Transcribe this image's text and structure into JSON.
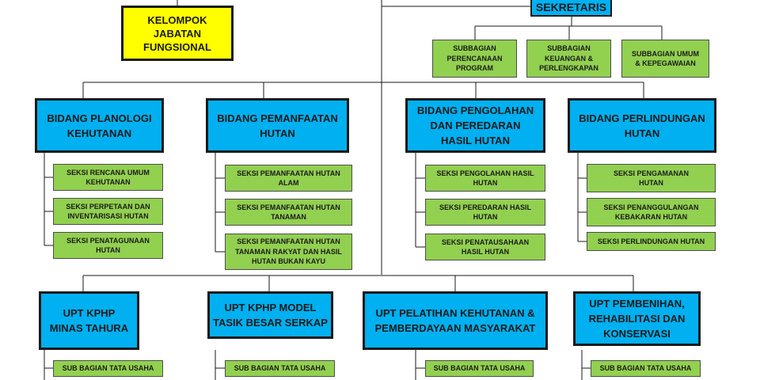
{
  "header": {
    "kelompok_jabatan_fungsional": "KELOMPOK\nJABATAN\nFUNGSIONAL",
    "sekretaris": "SEKRETARIS"
  },
  "sekretariat": [
    "SUBBAGIAN\nPERENCANAAN\nPROGRAM",
    "SUBBAGIAN\nKEUANGAN &\nPERLENGKAPAN",
    "SUBBAGIAN UMUM\n& KEPEGAWAIAN"
  ],
  "bidang": [
    {
      "title": "BIDANG PLANOLOGI\nKEHUTANAN",
      "seksi": [
        "SEKSI RENCANA UMUM\nKEHUTANAN",
        "SEKSI PERPETAAN DAN\nINVENTARISASI HUTAN",
        "SEKSI PENATAGUNAAN\nHUTAN"
      ]
    },
    {
      "title": "BIDANG PEMANFAATAN\nHUTAN",
      "seksi": [
        "SEKSI PEMANFAATAN HUTAN\nALAM",
        "SEKSI PEMANFAATAN HUTAN\nTANAMAN",
        "SEKSI PEMANFAATAN HUTAN\nTANAMAN RAKYAT DAN HASIL\nHUTAN BUKAN KAYU"
      ]
    },
    {
      "title": "BIDANG PENGOLAHAN\nDAN PEREDARAN\nHASIL HUTAN",
      "seksi": [
        "SEKSI PENGOLAHAN HASIL\nHUTAN",
        "SEKSI PEREDARAN HASIL\nHUTAN",
        "SEKSI PENATAUSAHAAN\nHASIL HUTAN"
      ]
    },
    {
      "title": "BIDANG PERLINDUNGAN\nHUTAN",
      "seksi": [
        "SEKSI PENGAMANAN\nHUTAN",
        "SEKSI PENANGGULANGAN\nKEBAKARAN HUTAN",
        "SEKSI  PERLINDUNGAN HUTAN"
      ]
    }
  ],
  "upt": [
    {
      "title": "UPT KPHP\nMINAS TAHURA",
      "sub": "SUB BAGIAN TATA USAHA"
    },
    {
      "title": "UPT KPHP MODEL\nTASIK BESAR SERKAP",
      "sub": "SUB BAGIAN TATA USAHA"
    },
    {
      "title": "UPT PELATIHAN KEHUTANAN &\nPEMBERDAYAAN MASYARAKAT",
      "sub": "SUB BAGIAN TATA USAHA"
    },
    {
      "title": "UPT PEMBENIHAN,\nREHABILITASI DAN\nKONSERVASI",
      "sub": "SUB BAGIAN TATA USAHA"
    }
  ]
}
